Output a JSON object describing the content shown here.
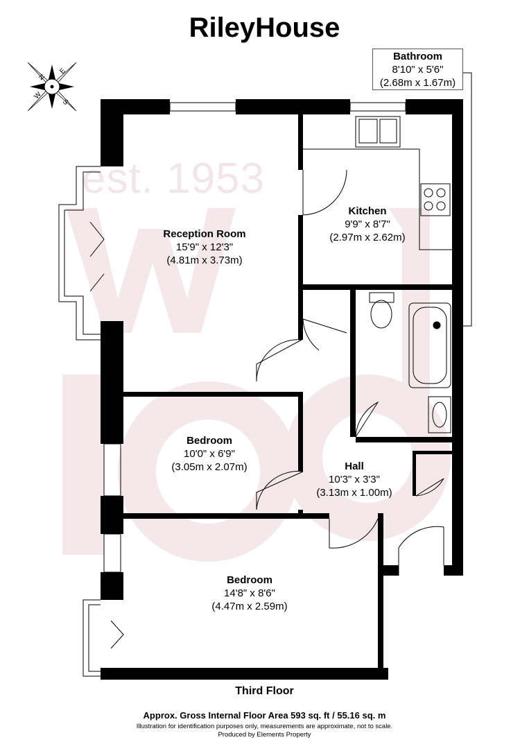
{
  "title": "RileyHouse",
  "watermark": {
    "text": "est. 1953",
    "logo_text": "wj",
    "color": "#f2e6e8"
  },
  "compass": {
    "labels": [
      "N",
      "E",
      "S",
      "W"
    ]
  },
  "rooms": [
    {
      "name": "Reception Room",
      "imperial": "15'9\" x 12'3\"",
      "metric": "(4.81m x 3.73m)"
    },
    {
      "name": "Kitchen",
      "imperial": "9'9\" x 8'7\"",
      "metric": "(2.97m x 2.62m)"
    },
    {
      "name": "Bathroom",
      "imperial": "8'10\" x 5'6\"",
      "metric": "(2.68m x 1.67m)"
    },
    {
      "name": "Bedroom",
      "imperial": "10'0\" x 6'9\"",
      "metric": "(3.05m x 2.07m)"
    },
    {
      "name": "Hall",
      "imperial": "10'3\" x 3'3\"",
      "metric": "(3.13m x 1.00m)"
    },
    {
      "name": "Bedroom",
      "imperial": "14'8\" x 8'6\"",
      "metric": "(4.47m x 2.59m)"
    }
  ],
  "floor_label": "Third Floor",
  "footer": {
    "area": "Approx. Gross Internal Floor Area 593 sq. ft / 55.16 sq. m",
    "disclaimer": "Illustration for identification purposes only, measurements are approximate, not to scale.",
    "produced_by": "Produced by Elements Property"
  }
}
